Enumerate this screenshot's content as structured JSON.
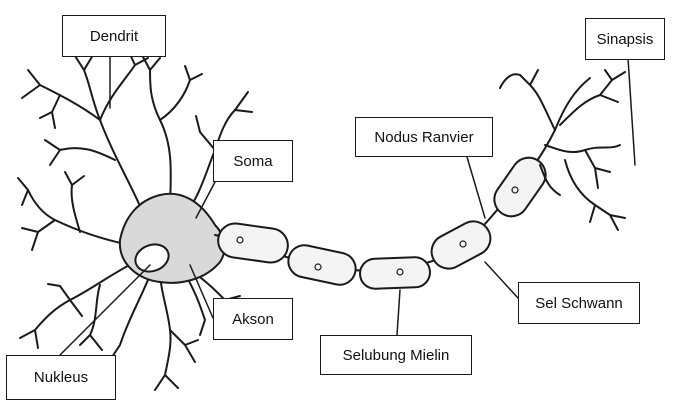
{
  "labels": {
    "dendrit": "Dendrit",
    "soma": "Soma",
    "sinapsis": "Sinapsis",
    "nodus_ranvier": "Nodus Ranvier",
    "akson": "Akson",
    "selubung_mielin": "Selubung Mielin",
    "sel_schwann": "Sel Schwann",
    "nukleus": "Nukleus"
  },
  "colors": {
    "line": "#1a1a1a",
    "soma_fill": "#d9d9d9",
    "sheath_fill": "#f4f4f4"
  }
}
